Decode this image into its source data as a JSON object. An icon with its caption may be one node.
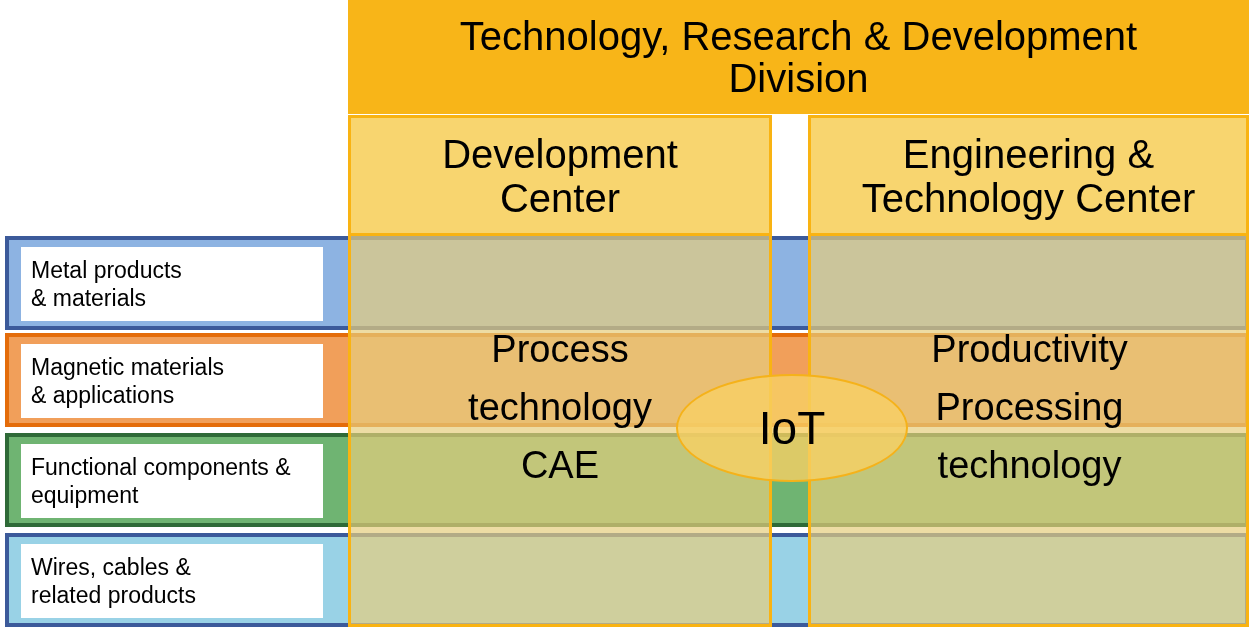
{
  "diagram": {
    "nodes": [
      {
        "text": [
          "Technology, Research & Development Division"
        ]
      },
      {
        "text": [
          "Development Center"
        ]
      },
      {
        "text": [
          "Engineering & Technology Center"
        ]
      },
      {
        "text": [
          "Metal products & materials"
        ]
      },
      {
        "text": [
          "Magnetic materials & applications"
        ]
      },
      {
        "text": [
          "Functional components & equipment"
        ]
      },
      {
        "text": [
          "Wires, cables & related products"
        ]
      },
      {
        "text": [
          "IoT"
        ]
      }
    ],
    "labels": [
      "Process technology",
      "CAE",
      "Productivity",
      "Processing technology"
    ]
  }
}
